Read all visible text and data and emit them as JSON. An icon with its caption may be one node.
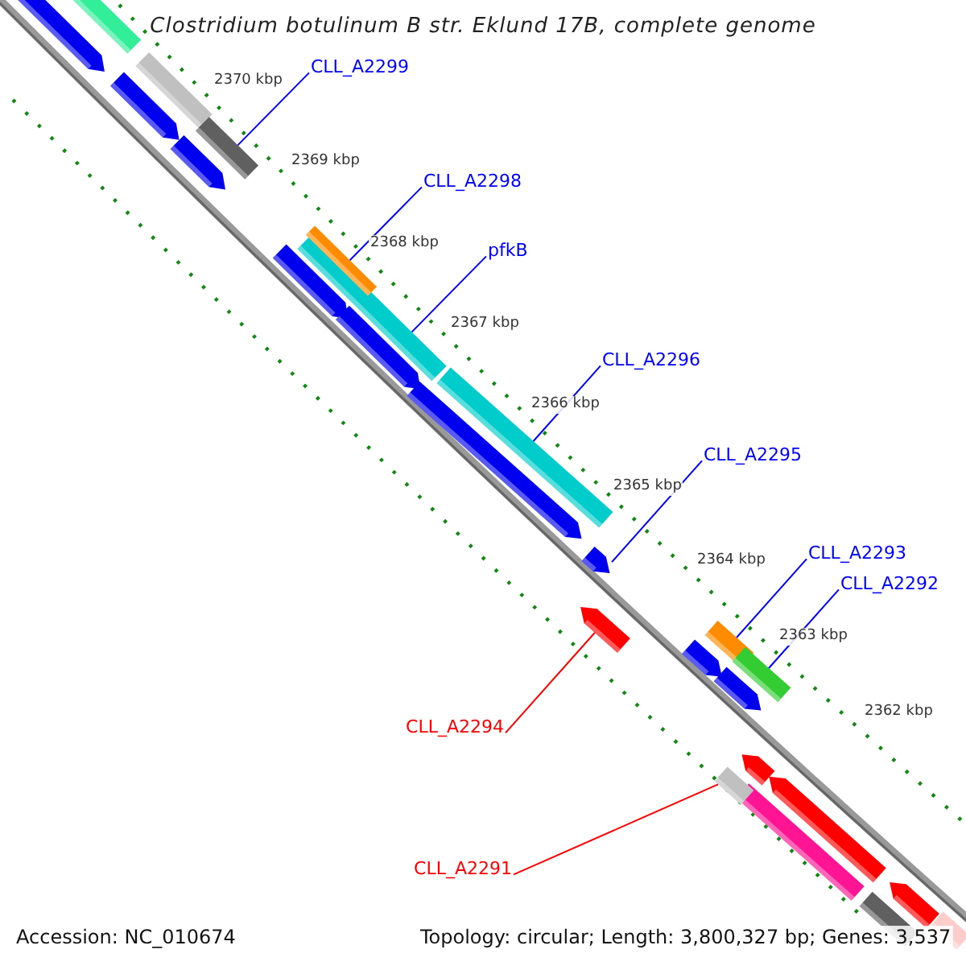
{
  "diagram": {
    "title": "Clostridium botulinum B str. Eklund 17B, complete genome",
    "nodes": [
      {
        "text": [
          "CLL_A2299"
        ]
      },
      {
        "text": [],
        "shape": "bar"
      },
      {
        "text": [
          "CLL_A2298"
        ]
      },
      {
        "text": [],
        "shape": "bar"
      },
      {
        "text": [
          "pfkB"
        ]
      },
      {
        "text": [],
        "shape": "bar"
      },
      {
        "text": [
          "CLL_A2296"
        ]
      },
      {
        "text": [],
        "shape": "bar"
      },
      {
        "text": [
          "CLL_A2295"
        ]
      },
      {
        "text": [],
        "shape": "bar"
      },
      {
        "text": [
          "CLL_A2293"
        ]
      },
      {
        "text": [],
        "shape": "bar"
      },
      {
        "text": [
          "CLL_A2292"
        ]
      },
      {
        "text": [],
        "shape": "bar"
      },
      {
        "text": [
          "CLL_A2294"
        ]
      },
      {
        "text": [],
        "shape": "bar"
      },
      {
        "text": [
          "CLL_A2291"
        ]
      },
      {
        "text": [],
        "shape": "bar"
      },
      {
        "text": [],
        "shape": "bar"
      },
      {
        "text": [],
        "shape": "bar"
      },
      {
        "text": [],
        "shape": "bar"
      },
      {
        "text": [],
        "shape": "bar"
      },
      {
        "text": [],
        "shape": "bar"
      },
      {
        "text": [],
        "shape": "bar"
      },
      {
        "text": [],
        "shape": "bar"
      },
      {
        "text": [],
        "shape": "bar"
      },
      {
        "text": [],
        "shape": "bar"
      },
      {
        "text": [],
        "shape": "bar"
      },
      {
        "text": [],
        "shape": "bar"
      },
      {
        "text": [],
        "shape": "bar"
      },
      {
        "text": [],
        "shape": "bar"
      },
      {
        "text": [],
        "shape": "bar"
      },
      {
        "text": [],
        "shape": "bar"
      },
      {
        "text": [],
        "shape": "bar"
      }
    ],
    "edges": [
      {
        "from": 0,
        "to": 1,
        "arrow": "none"
      },
      {
        "from": 2,
        "to": 3,
        "arrow": "none"
      },
      {
        "from": 4,
        "to": 5,
        "arrow": "none"
      },
      {
        "from": 6,
        "to": 7,
        "arrow": "none"
      },
      {
        "from": 8,
        "to": 9,
        "arrow": "none"
      },
      {
        "from": 10,
        "to": 11,
        "arrow": "none"
      },
      {
        "from": 12,
        "to": 13,
        "arrow": "none"
      },
      {
        "from": 14,
        "to": 15,
        "arrow": "none",
        "color": "#ff0000"
      },
      {
        "from": 16,
        "to": 17,
        "arrow": "none",
        "color": "#ff0000"
      }
    ],
    "labels": [
      "2370 kbp",
      "2369 kbp",
      "2368 kbp",
      "2367 kbp",
      "2366 kbp",
      "2365 kbp",
      "2364 kbp",
      "2363 kbp",
      "2362 kbp",
      "Accession: NC_010674",
      "Topology: circular; Length: 3,800,327 bp; Genes: 3,537"
    ]
  }
}
